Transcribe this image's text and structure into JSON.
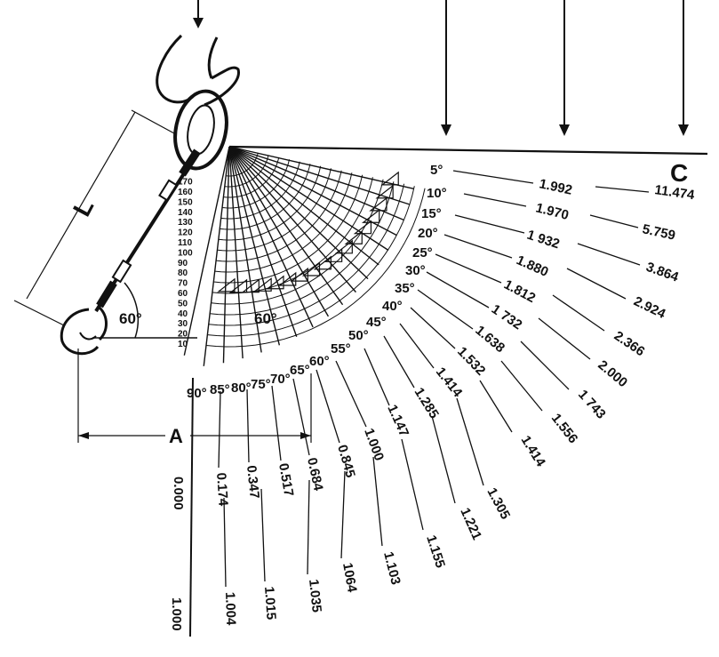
{
  "labels": {
    "length": "L",
    "spread": "A",
    "column_c": "C",
    "sling_angle": "60°",
    "ref_angle": "60°"
  },
  "scale_marks": [
    "10",
    "20",
    "30",
    "40",
    "50",
    "60",
    "70",
    "80",
    "90",
    "100",
    "110",
    "120",
    "130",
    "140",
    "150",
    "160",
    "170"
  ],
  "angles": [
    "5°",
    "10°",
    "15°",
    "20°",
    "25°",
    "30°",
    "35°",
    "40°",
    "45°",
    "50°",
    "55°",
    "60°",
    "65°",
    "70°",
    "75°",
    "80°",
    "85°",
    "90°"
  ],
  "b_values": [
    "1.992",
    "1.970",
    "1 932",
    "1.880",
    "1.812",
    "1 732",
    "1.638",
    "1.532",
    "1.414",
    "1.285",
    "1.147",
    "1.000",
    "0.845",
    "0.684",
    "0.517",
    "0.347",
    "0.174",
    "0.000"
  ],
  "c_values": [
    "11.474",
    "5.759",
    "3.864",
    "2.924",
    "2.366",
    "2.000",
    "1 743",
    "1.556",
    "1.414",
    "1.305",
    "1.221",
    "1.155",
    "1.103",
    "1064",
    "1.035",
    "1.015",
    "1.004",
    "1.000"
  ],
  "colors": {
    "ink": "#111111",
    "paper": "#ffffff"
  }
}
